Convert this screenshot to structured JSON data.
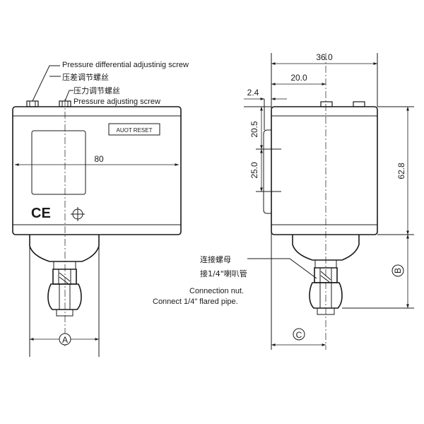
{
  "labels": {
    "pressure_diff_screw_en": "Pressure differential adjustinig screw",
    "pressure_diff_screw_cn": "压差调节螺丝",
    "pressure_screw_cn": "压力调节螺丝",
    "pressure_screw_en": "Pressure adjusting screw",
    "reset_label": "AUOT RESET",
    "ce_mark": "CE",
    "connection_nut_cn": "连接螺母",
    "flared_pipe_cn": "接1/4\"喇叭管",
    "connection_nut_en": "Connection nut.",
    "flared_pipe_en": "Connect 1/4\" flared pipe."
  },
  "dimensions": {
    "front_width": "80",
    "side_width": "36.0",
    "side_offset": "20.0",
    "side_small": "2.4",
    "side_upper": "20.5",
    "side_lower": "25.0",
    "side_height": "62.8"
  },
  "callouts": {
    "a": "A",
    "b": "B",
    "c": "C"
  }
}
